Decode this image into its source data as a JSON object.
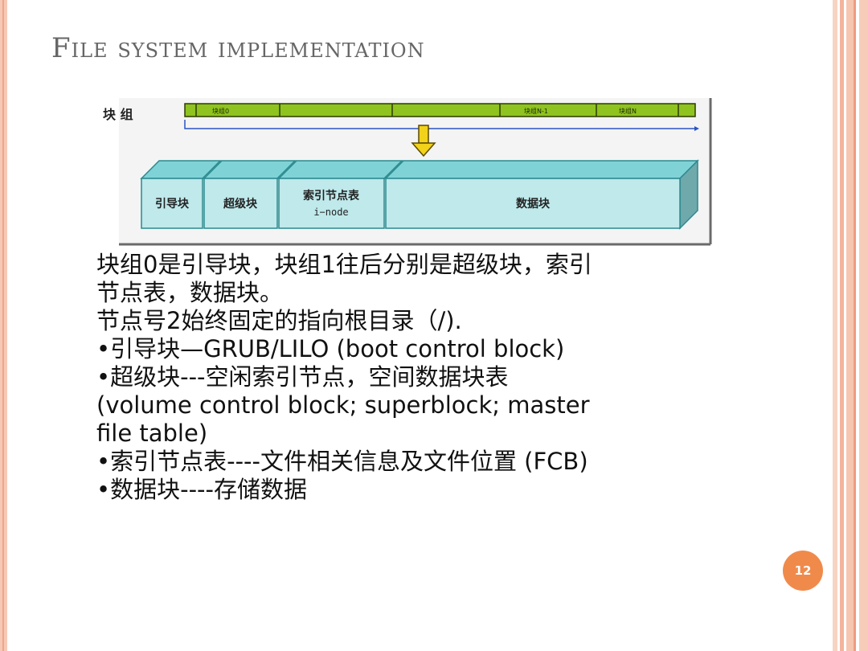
{
  "slide": {
    "title": "File system implementation",
    "page_number": "12"
  },
  "diagram": {
    "group_label": "块 组",
    "top_blocks": [
      "块组0",
      "",
      "",
      "块组N-1",
      "块组N"
    ],
    "arrow_icon": "down-arrow-icon",
    "bottom_blocks": {
      "boot": "引导块",
      "super": "超级块",
      "inode_title": "索引节点表",
      "inode_sub": "i−node",
      "data": "数据块"
    },
    "colors": {
      "green_bar": "#8fc31f",
      "teal_block": "#bfe9eb",
      "teal_border": "#2a8a8f",
      "arrow": "#f2d21b"
    }
  },
  "body": {
    "lines": [
      "块组0是引导块，块组1往后分别是超级块，索引",
      "节点表，数据块。",
      "节点号2始终固定的指向根目录（/).",
      "•引导块—GRUB/LILO (boot control block)",
      "•超级块---空闲索引节点，空间数据块表",
      "(volume control block; superblock; master",
      "file table)",
      "•索引节点表----文件相关信息及文件位置 (FCB)",
      "•数据块----存储数据"
    ]
  }
}
